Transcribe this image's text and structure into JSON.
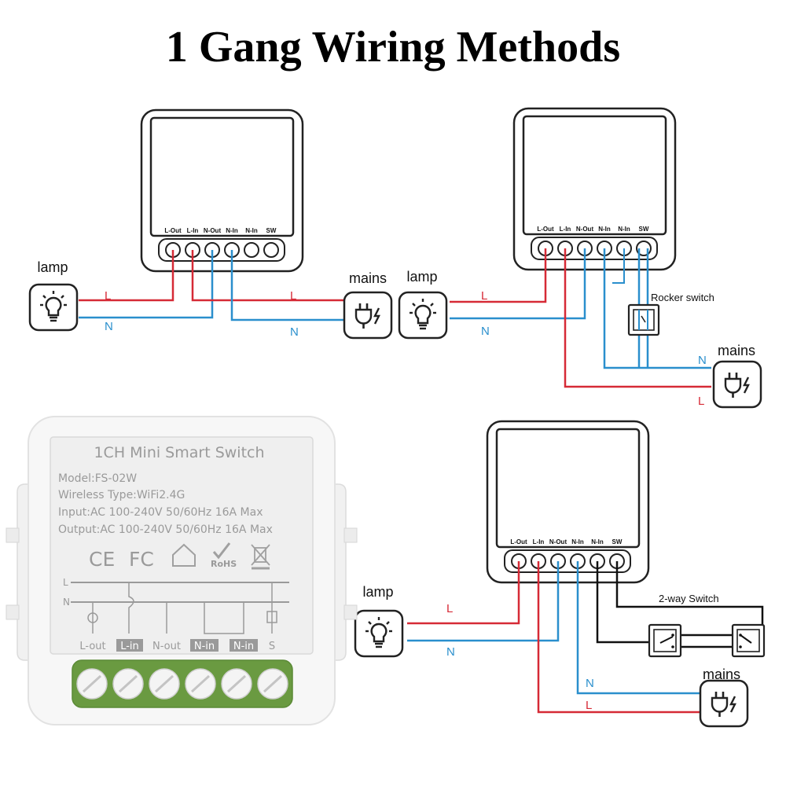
{
  "title": "1 Gang Wiring Methods",
  "terminals": [
    "L-Out",
    "L-In",
    "N-Out",
    "N-In",
    "N-In",
    "SW"
  ],
  "labels": {
    "lamp": "lamp",
    "mains": "mains",
    "L": "L",
    "N": "N",
    "rocker": "Rocker switch",
    "two_way": "2-way Switch"
  },
  "colors": {
    "live": "#d62a36",
    "neutral": "#2a8fcd",
    "switch_wire": "#111111"
  },
  "icons": [
    "lamp-icon",
    "plug-icon",
    "rocker-switch-icon",
    "two-way-switch-icon"
  ],
  "product": {
    "name": "1CH Mini Smart Switch",
    "model": "Model:FS-02W",
    "wireless": "Wireless Type:WiFi2.4G",
    "input": "Input:AC 100-240V 50/60Hz 16A Max",
    "output": "Output:AC 100-240V 50/60Hz 16A Max",
    "cert_ce": "CE",
    "cert_fc": "FC",
    "cert_rohs": "RoHS",
    "schematic_L": "L",
    "schematic_N": "N",
    "terminals": [
      "L-out",
      "L-in",
      "N-out",
      "N-in",
      "N-in",
      "S"
    ]
  }
}
